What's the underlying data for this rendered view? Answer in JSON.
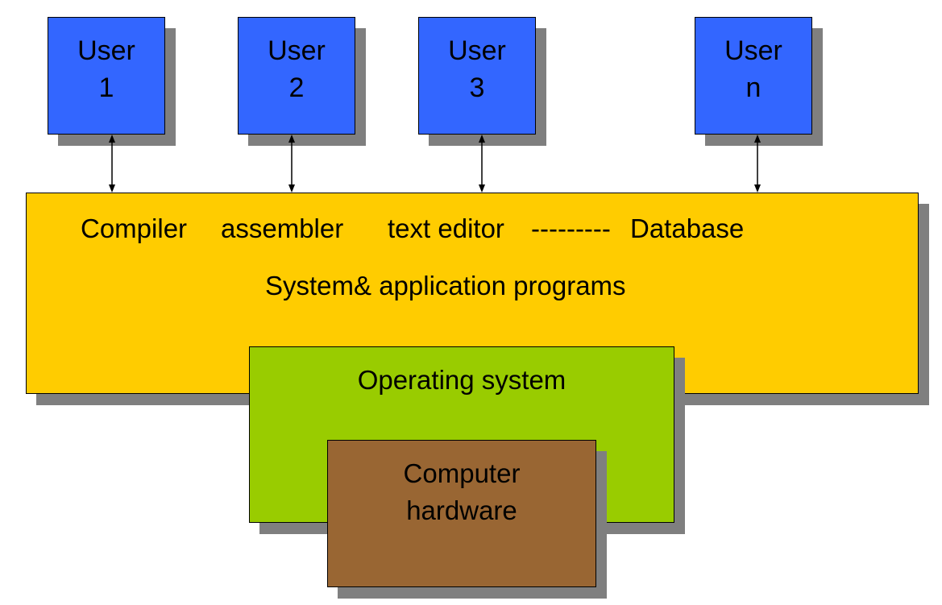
{
  "colors": {
    "user_box": "#3366ff",
    "app_layer": "#ffcc00",
    "os_layer": "#99cc00",
    "hardware_layer": "#996633",
    "shadow": "#7f7f7f"
  },
  "users": [
    {
      "line1": "User",
      "line2": "1"
    },
    {
      "line1": "User",
      "line2": "2"
    },
    {
      "line1": "User",
      "line2": "3"
    },
    {
      "line1": "User",
      "line2": "n"
    }
  ],
  "app_layer": {
    "tools": [
      "Compiler",
      "assembler",
      "text editor",
      "---------",
      "Database"
    ],
    "caption": "System& application programs"
  },
  "os_layer": {
    "caption": "Operating system"
  },
  "hardware_layer": {
    "line1": "Computer",
    "line2": "hardware"
  }
}
